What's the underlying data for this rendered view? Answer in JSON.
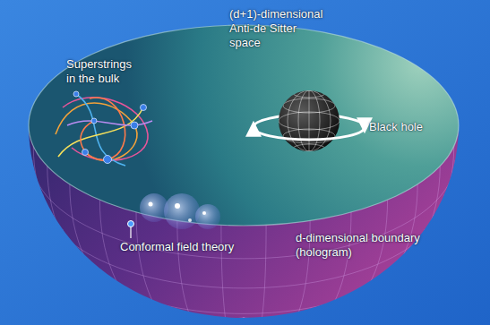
{
  "diagram": {
    "labels": [
      "(d+1)-dimensional Anti-de Sitter space",
      "Superstrings in the bulk",
      "Black hole",
      "d-dimensional boundary (hologram)",
      "Conformal field theory"
    ]
  }
}
